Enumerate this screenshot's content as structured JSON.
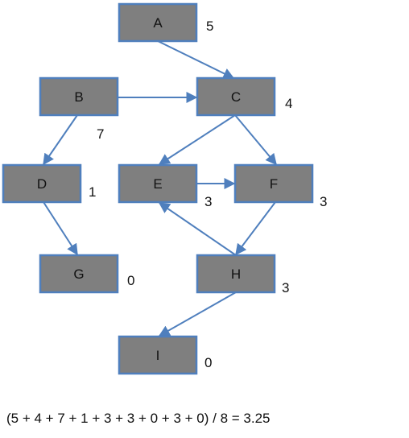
{
  "nodes": [
    {
      "id": "A",
      "label": "A",
      "value": "5"
    },
    {
      "id": "B",
      "label": "B",
      "value": "7"
    },
    {
      "id": "C",
      "label": "C",
      "value": "4"
    },
    {
      "id": "D",
      "label": "D",
      "value": "1"
    },
    {
      "id": "E",
      "label": "E",
      "value": "3"
    },
    {
      "id": "F",
      "label": "F",
      "value": "3"
    },
    {
      "id": "G",
      "label": "G",
      "value": "0"
    },
    {
      "id": "H",
      "label": "H",
      "value": "3"
    },
    {
      "id": "I",
      "label": "I",
      "value": "0"
    }
  ],
  "edges": [
    {
      "from": "A",
      "to": "C"
    },
    {
      "from": "B",
      "to": "C"
    },
    {
      "from": "B",
      "to": "D"
    },
    {
      "from": "C",
      "to": "E"
    },
    {
      "from": "C",
      "to": "F"
    },
    {
      "from": "D",
      "to": "G"
    },
    {
      "from": "E",
      "to": "F"
    },
    {
      "from": "F",
      "to": "H"
    },
    {
      "from": "H",
      "to": "E"
    },
    {
      "from": "H",
      "to": "I"
    }
  ],
  "formula": "(5 + 4 + 7 + 1 + 3 + 3 + 0 + 3 + 0) / 8 =  3.25",
  "colors": {
    "node_fill": "#7f7f7f",
    "node_border": "#4f7fbd",
    "edge": "#4f7fbd"
  }
}
